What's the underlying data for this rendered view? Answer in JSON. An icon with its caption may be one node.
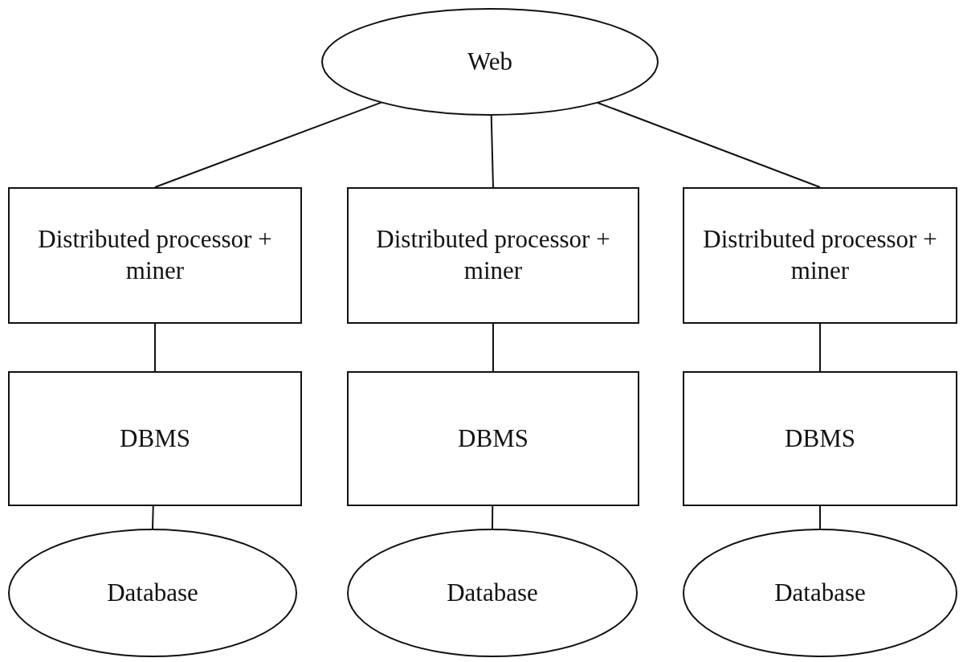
{
  "diagram": {
    "nodes": [
      {
        "text": [
          "Web"
        ]
      },
      {
        "text": [
          "Distributed processor + miner"
        ]
      },
      {
        "text": [
          "Distributed processor + miner"
        ]
      },
      {
        "text": [
          "Distributed processor + miner"
        ]
      },
      {
        "text": [
          "DBMS"
        ]
      },
      {
        "text": [
          "DBMS"
        ]
      },
      {
        "text": [
          "DBMS"
        ]
      },
      {
        "text": [
          "Database"
        ]
      },
      {
        "text": [
          "Database"
        ]
      },
      {
        "text": [
          "Database"
        ]
      }
    ],
    "edges": [
      {
        "from": 0,
        "to": 1,
        "arrow": "none"
      },
      {
        "from": 0,
        "to": 2,
        "arrow": "none"
      },
      {
        "from": 0,
        "to": 3,
        "arrow": "none"
      },
      {
        "from": 1,
        "to": 4,
        "arrow": "none"
      },
      {
        "from": 2,
        "to": 5,
        "arrow": "none"
      },
      {
        "from": 3,
        "to": 6,
        "arrow": "none"
      },
      {
        "from": 4,
        "to": 7,
        "arrow": "none"
      },
      {
        "from": 5,
        "to": 8,
        "arrow": "none"
      },
      {
        "from": 6,
        "to": 9,
        "arrow": "none"
      }
    ]
  }
}
